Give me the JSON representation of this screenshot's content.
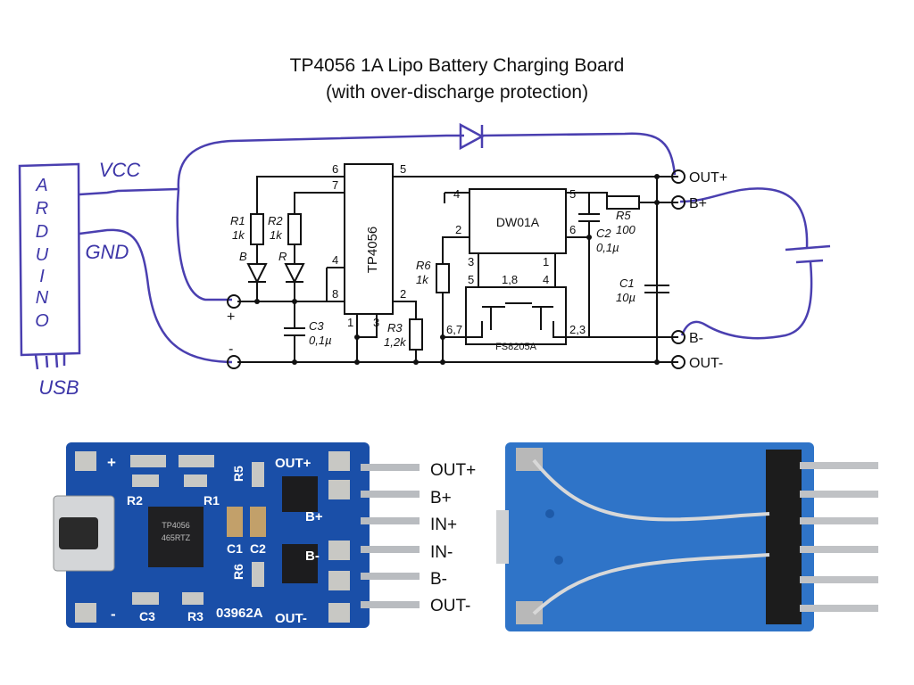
{
  "title": "TP4056 1A Lipo Battery Charging Board",
  "subtitle": "(with over-discharge protection)",
  "arduino": {
    "letters": [
      "A",
      "R",
      "D",
      "U",
      "I",
      "N",
      "O"
    ],
    "usb": "USB",
    "vcc": "VCC",
    "gnd": "GND"
  },
  "schematic": {
    "chip_tp4056": "TP4056",
    "chip_dw01a": "DW01A",
    "chip_fs8205a": "FS8205A",
    "tp_pins": [
      "6",
      "5",
      "7",
      "4",
      "8",
      "1",
      "3",
      "2"
    ],
    "dw_pins": [
      "4",
      "5",
      "2",
      "6",
      "3",
      "1"
    ],
    "fs_pins": [
      "5",
      "1,8",
      "4",
      "6,7",
      "2,3"
    ],
    "r1": "R1",
    "r1v": "1k",
    "r2": "R2",
    "r2v": "1k",
    "led_b": "B",
    "led_r": "R",
    "c3": "C3",
    "c3v": "0,1µ",
    "r3": "R3",
    "r3v": "1,2k",
    "r6": "R6",
    "r6v": "1k",
    "r5": "R5",
    "r5v": "100",
    "c2": "C2",
    "c2v": "0,1µ",
    "c1": "C1",
    "c1v": "10µ",
    "plus": "+",
    "minus": "-",
    "out_plus": "OUT+",
    "b_plus": "B+",
    "b_minus": "B-",
    "out_minus": "OUT-"
  },
  "board": {
    "pcb_text": {
      "plus": "+",
      "minus": "-",
      "r2": "R2",
      "r1": "R1",
      "r5": "R5",
      "r6": "R6",
      "c1": "C1",
      "c2": "C2",
      "c3": "C3",
      "r3": "R3",
      "chip": "TP4056",
      "chip_code": "465RTZ",
      "model": "03962A",
      "outp": "OUT+",
      "bp": "B+",
      "bm": "B-",
      "outm": "OUT-"
    },
    "pins": [
      "OUT+",
      "B+",
      "IN+",
      "IN-",
      "B-",
      "OUT-"
    ]
  }
}
